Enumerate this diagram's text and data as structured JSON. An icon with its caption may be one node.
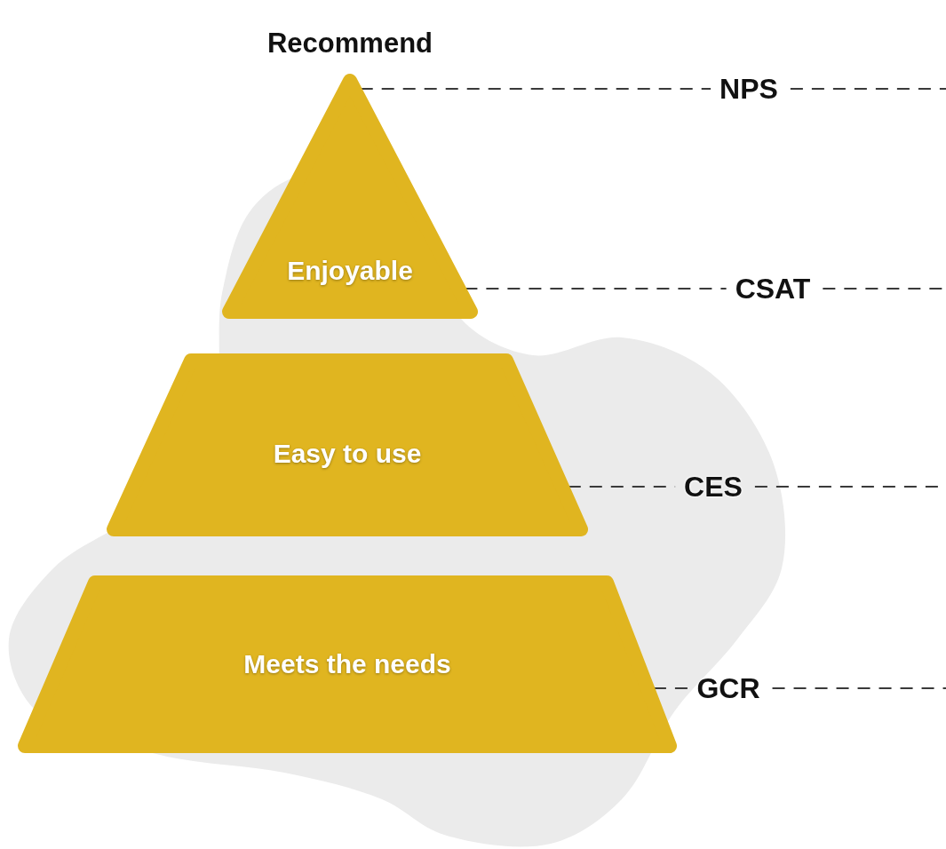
{
  "diagram": {
    "nodes": [
      {
        "text": [
          "Recommend",
          "Enjoyable"
        ]
      },
      {
        "text": [
          "Easy to use"
        ]
      },
      {
        "text": [
          "Meets the needs"
        ]
      },
      {
        "text": [
          "NPS"
        ]
      },
      {
        "text": [
          "CSAT"
        ]
      },
      {
        "text": [
          "CES"
        ]
      },
      {
        "text": [
          "GCR"
        ]
      }
    ],
    "edges": [
      {
        "from": 0,
        "to": 3,
        "arrow": "none",
        "style": "dashed"
      },
      {
        "from": 3,
        "to": null,
        "arrow": "none",
        "style": "dashed"
      },
      {
        "from": 0,
        "to": 4,
        "arrow": "none",
        "style": "dashed"
      },
      {
        "from": 4,
        "to": null,
        "arrow": "none",
        "style": "dashed"
      },
      {
        "from": 1,
        "to": 5,
        "arrow": "none",
        "style": "dashed"
      },
      {
        "from": 5,
        "to": null,
        "arrow": "none",
        "style": "dashed"
      },
      {
        "from": 2,
        "to": 6,
        "arrow": "none",
        "style": "dashed"
      },
      {
        "from": 6,
        "to": null,
        "arrow": "none",
        "style": "dashed"
      }
    ]
  }
}
